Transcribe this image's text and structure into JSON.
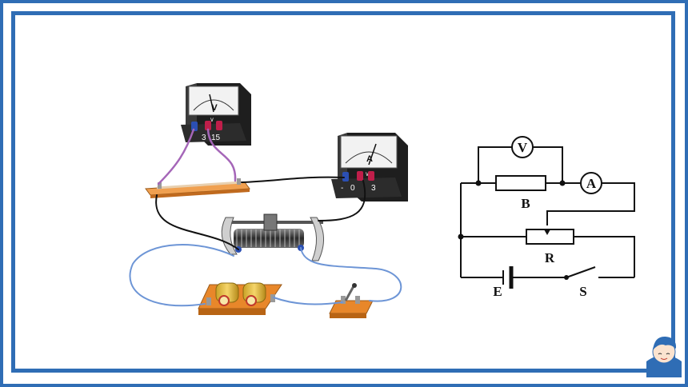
{
  "colors": {
    "frame": "#2f6db5",
    "base_wood": "#e8872a",
    "meter_body": "#2b2b2b",
    "wire_blue": "#6d95d6",
    "wire_purple": "#a566b8",
    "wire_black": "#111111"
  },
  "apparatus": {
    "voltmeter": {
      "symbol": "V",
      "terminals": [
        "3",
        "15"
      ],
      "unit_mark": "∨"
    },
    "ammeter": {
      "symbol": "A",
      "terminals": [
        "-",
        "0",
        "3"
      ],
      "unit_mark": "∨"
    }
  },
  "circuit": {
    "voltmeter_symbol": "V",
    "ammeter_symbol": "A",
    "resistor_label": "B",
    "rheostat_label": "R",
    "battery_label": "E",
    "switch_label": "S"
  },
  "icons": [
    "mascot-icon"
  ]
}
